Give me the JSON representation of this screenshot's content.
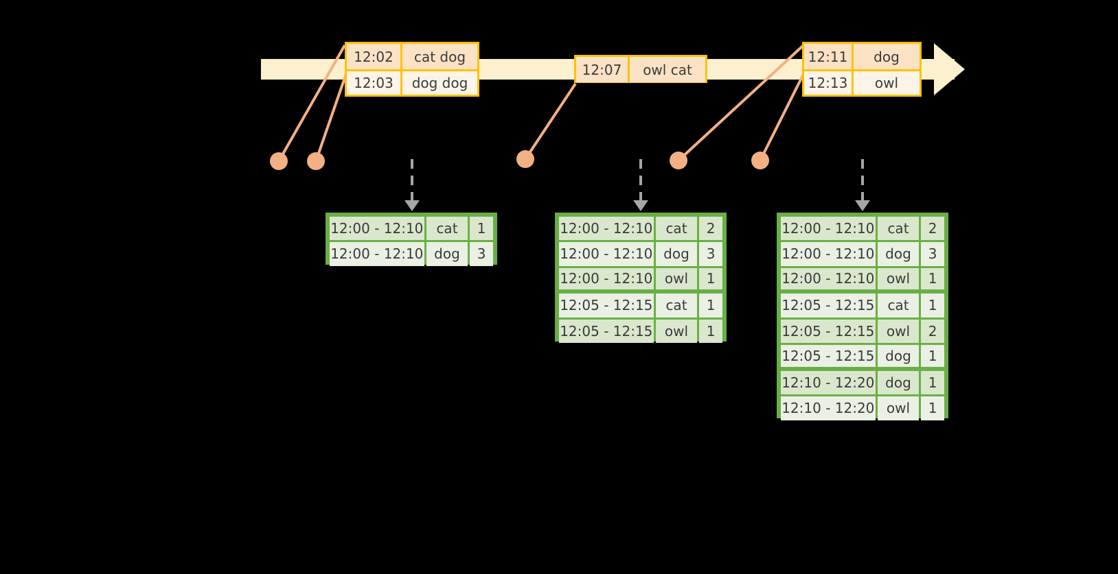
{
  "timeline": {
    "bar_color": "#fdf0cf",
    "arrow_name": "time-axis-arrow"
  },
  "events": [
    {
      "id": "event-box-1",
      "rows": [
        {
          "time": "12:02",
          "words": "cat dog"
        },
        {
          "time": "12:03",
          "words": "dog dog"
        }
      ]
    },
    {
      "id": "event-box-2",
      "rows": [
        {
          "time": "12:07",
          "words": "owl cat"
        }
      ]
    },
    {
      "id": "event-box-3",
      "rows": [
        {
          "time": "12:11",
          "words": "dog"
        },
        {
          "time": "12:13",
          "words": "owl"
        }
      ]
    }
  ],
  "results": [
    {
      "id": "result-table-1",
      "rows": [
        {
          "window": "12:00 - 12:10",
          "word": "cat",
          "count": "1"
        },
        {
          "window": "12:00 - 12:10",
          "word": "dog",
          "count": "3"
        }
      ]
    },
    {
      "id": "result-table-2",
      "rows": [
        {
          "window": "12:00 - 12:10",
          "word": "cat",
          "count": "2"
        },
        {
          "window": "12:00 - 12:10",
          "word": "dog",
          "count": "3"
        },
        {
          "window": "12:00 - 12:10",
          "word": "owl",
          "count": "1"
        },
        {
          "window": "12:05 - 12:15",
          "word": "cat",
          "count": "1"
        },
        {
          "window": "12:05 - 12:15",
          "word": "owl",
          "count": "1"
        }
      ]
    },
    {
      "id": "result-table-3",
      "rows": [
        {
          "window": "12:00 - 12:10",
          "word": "cat",
          "count": "2"
        },
        {
          "window": "12:00 - 12:10",
          "word": "dog",
          "count": "3"
        },
        {
          "window": "12:00 - 12:10",
          "word": "owl",
          "count": "1"
        },
        {
          "window": "12:05 - 12:15",
          "word": "cat",
          "count": "1"
        },
        {
          "window": "12:05 - 12:15",
          "word": "owl",
          "count": "2"
        },
        {
          "window": "12:05 - 12:15",
          "word": "dog",
          "count": "1"
        },
        {
          "window": "12:10 - 12:20",
          "word": "dog",
          "count": "1"
        },
        {
          "window": "12:10 - 12:20",
          "word": "owl",
          "count": "1"
        }
      ]
    }
  ],
  "colors": {
    "timeline_fill": "#fdf0cf",
    "event_border": "#ffc107",
    "event_shade": "#fce2c4",
    "event_plain": "#fdf4e8",
    "connector": "#f3b183",
    "table_border": "#6aaf46",
    "table_shade": "#dae7cd",
    "table_plain": "#eaf0e4",
    "arrow_gray": "#a6a6a6",
    "background": "#000000"
  }
}
